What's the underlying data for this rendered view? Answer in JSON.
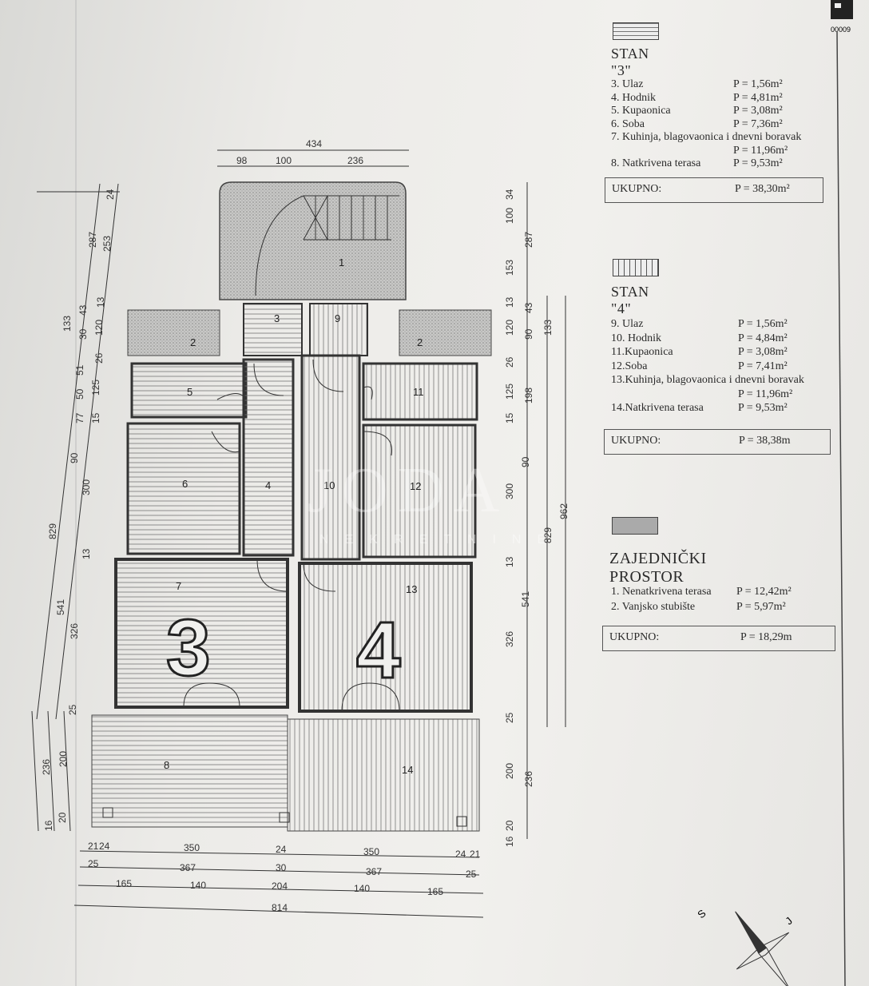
{
  "doc_code": "00009",
  "watermark": {
    "brand": "JODA",
    "sub": "NEKRETNINE"
  },
  "stan3": {
    "title": "STAN \"3\"",
    "items": [
      {
        "label": "3.  Ulaz",
        "area": "P =   1,56m²"
      },
      {
        "label": "4.  Hodnik",
        "area": "P =   4,81m²"
      },
      {
        "label": "5.  Kupaonica",
        "area": "P =   3,08m²"
      },
      {
        "label": "6.  Soba",
        "area": "P =   7,36m²"
      },
      {
        "label": "7.  Kuhinja, blagovaonica i dnevni boravak",
        "area": "P = 11,96m²"
      },
      {
        "label": "8.  Natkrivena terasa",
        "area": "P =   9,53m²"
      }
    ],
    "total_label": "UKUPNO:",
    "total": "P = 38,30m²"
  },
  "stan4": {
    "title": "STAN \"4\"",
    "items": [
      {
        "label": "9.  Ulaz",
        "area": "P =   1,56m²"
      },
      {
        "label": "10. Hodnik",
        "area": "P =   4,84m²"
      },
      {
        "label": "11.Kupaonica",
        "area": "P =   3,08m²"
      },
      {
        "label": "12.Soba",
        "area": "P =   7,41m²"
      },
      {
        "label": "13.Kuhinja, blagovaonica i dnevni boravak",
        "area": "P = 11,96m²"
      },
      {
        "label": "14.Natkrivena terasa",
        "area": "P =   9,53m²"
      }
    ],
    "total_label": "UKUPNO:",
    "total": "P = 38,38m"
  },
  "common": {
    "title": "ZAJEDNIČKI PROSTOR",
    "items": [
      {
        "label": "1.   Nenatkrivena terasa",
        "area": "P = 12,42m²"
      },
      {
        "label": "2.   Vanjsko stubište",
        "area": "P =   5,97m²"
      }
    ],
    "total_label": "UKUPNO:",
    "total": "P = 18,29m"
  },
  "plan": {
    "rooms": [
      "1",
      "2",
      "2",
      "3",
      "4",
      "5",
      "6",
      "7",
      "8",
      "9",
      "10",
      "11",
      "12",
      "13",
      "14"
    ],
    "unit_numbers": [
      "3",
      "4"
    ],
    "dims_top": [
      "434",
      "98",
      "100",
      "236"
    ],
    "dims_left": [
      "24",
      "287",
      "253",
      "133",
      "43",
      "13",
      "30",
      "120",
      "26",
      "51",
      "125",
      "50",
      "77",
      "15",
      "90",
      "300",
      "829",
      "13",
      "541",
      "326",
      "25",
      "200",
      "236",
      "16",
      "20"
    ],
    "dims_right": [
      "34",
      "100",
      "287",
      "153",
      "13",
      "43",
      "120",
      "90",
      "133",
      "26",
      "125",
      "198",
      "15",
      "90",
      "300",
      "962",
      "829",
      "13",
      "541",
      "326",
      "25",
      "200",
      "236",
      "16",
      "20"
    ],
    "dims_bottom": [
      "21",
      "24",
      "350",
      "24",
      "350",
      "24",
      "21",
      "25",
      "367",
      "30",
      "367",
      "25",
      "165",
      "140",
      "204",
      "140",
      "165",
      "814"
    ]
  },
  "compass": {
    "letters": [
      "S",
      "J"
    ]
  }
}
